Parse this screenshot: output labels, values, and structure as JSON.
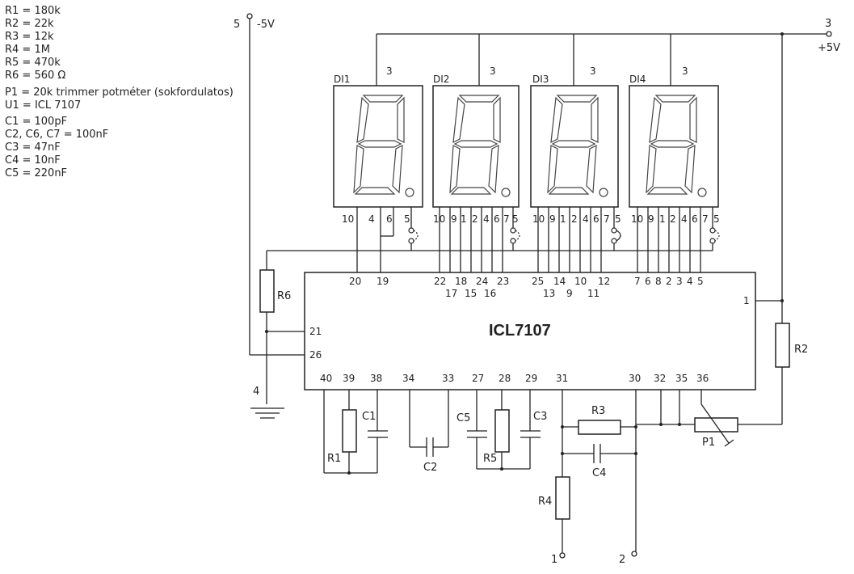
{
  "parts_list": [
    "R1 = 180k",
    "R2 = 22k",
    "R3 = 12k",
    "R4 = 1M",
    "R5 = 470k",
    "R6 = 560 Ω",
    "P1 = 20k trimmer potméter (sokfordulatos)",
    "U1 = ICL 7107",
    "C1 = 100pF",
    "C2, C6, C7 = 100nF",
    "C3 = 47nF",
    "C4 = 10nF",
    "C5 = 220nF"
  ],
  "terminals": {
    "t5_num": "5",
    "t5_label": "-5V",
    "t3_num": "3",
    "t3_label": "+5V",
    "t4_num": "4",
    "t1_num": "1",
    "t2_num": "2"
  },
  "chip": {
    "name": "ICL7107",
    "pin_20": "20",
    "pin_19": "19",
    "pin_22": "22",
    "pin_18": "18",
    "pin_24": "24",
    "pin_23": "23",
    "pin_17": "17",
    "pin_15": "15",
    "pin_16": "16",
    "pin_25": "25",
    "pin_14": "14",
    "pin_10": "10",
    "pin_12": "12",
    "pin_13": "13",
    "pin_9": "9",
    "pin_11": "11",
    "pin_7": "7",
    "pin_6": "6",
    "pin_8": "8",
    "pin_2": "2",
    "pin_3": "3",
    "pin_4": "4",
    "pin_5": "5",
    "pin_1": "1",
    "pin_21": "21",
    "pin_26": "26",
    "pin_40": "40",
    "pin_39": "39",
    "pin_38": "38",
    "pin_34": "34",
    "pin_33": "33",
    "pin_27": "27",
    "pin_28": "28",
    "pin_29": "29",
    "pin_31": "31",
    "pin_30": "30",
    "pin_32": "32",
    "pin_35": "35",
    "pin_36": "36"
  },
  "displays": [
    {
      "label": "DI1",
      "pin3": "3",
      "pins": [
        "10",
        "4",
        "6",
        "5"
      ]
    },
    {
      "label": "DI2",
      "pin3": "3",
      "pins": [
        "10",
        "9",
        "1",
        "2",
        "4",
        "6",
        "7",
        "5"
      ]
    },
    {
      "label": "DI3",
      "pin3": "3",
      "pins": [
        "10",
        "9",
        "1",
        "2",
        "4",
        "6",
        "7",
        "5"
      ]
    },
    {
      "label": "DI4",
      "pin3": "3",
      "pins": [
        "10",
        "9",
        "1",
        "2",
        "4",
        "6",
        "7",
        "5"
      ]
    }
  ],
  "components": {
    "R1": "R1",
    "R2": "R2",
    "R3": "R3",
    "R4": "R4",
    "R5": "R5",
    "R6": "R6",
    "C1": "C1",
    "C2": "C2",
    "C3": "C3",
    "C4": "C4",
    "C5": "C5",
    "P1": "P1"
  }
}
